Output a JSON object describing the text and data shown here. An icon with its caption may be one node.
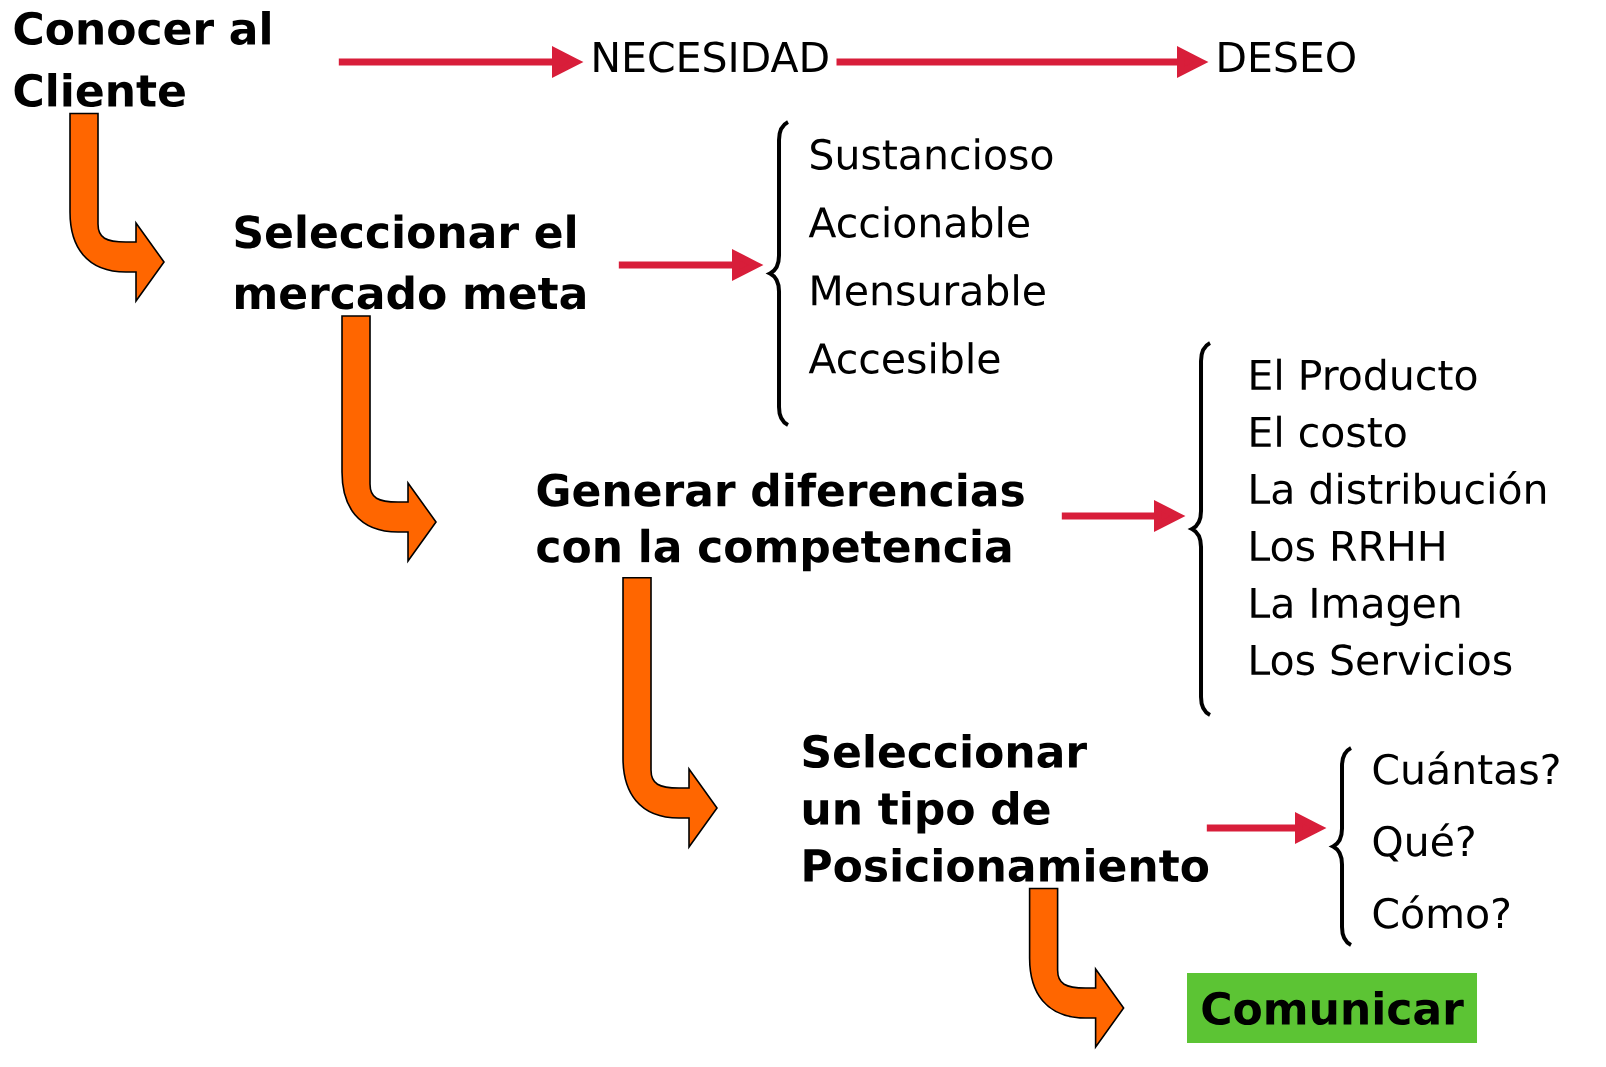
{
  "diagram": {
    "nodes": [
      {
        "text": [
          "Conocer al Cliente"
        ]
      },
      {
        "text": [
          "NECESIDAD"
        ]
      },
      {
        "text": [
          "DESEO"
        ]
      },
      {
        "text": [
          "Seleccionar el mercado meta"
        ]
      },
      {
        "text": [
          "Sustancioso",
          "Accionable",
          "Mensurable",
          "Accesible"
        ]
      },
      {
        "text": [
          "Generar diferencias con la competencia"
        ]
      },
      {
        "text": [
          "El Producto",
          "El costo",
          "La distribución",
          "Los RRHH",
          "La Imagen",
          "Los Servicios"
        ]
      },
      {
        "text": [
          "Seleccionar un tipo de Posicionamiento"
        ]
      },
      {
        "text": [
          "Cuántas?",
          "Qué?",
          "Cómo?"
        ]
      },
      {
        "text": [
          "Comunicar"
        ]
      }
    ],
    "edges": [
      {
        "from": 0,
        "to": 1,
        "arrow": "to"
      },
      {
        "from": 1,
        "to": 2,
        "arrow": "to"
      },
      {
        "from": 0,
        "to": 3,
        "arrow": "to",
        "style": "thick",
        "color": "#ff6600"
      },
      {
        "from": 3,
        "to": 4,
        "arrow": "to"
      },
      {
        "from": 3,
        "to": 5,
        "arrow": "to",
        "style": "thick",
        "color": "#ff6600"
      },
      {
        "from": 5,
        "to": 6,
        "arrow": "to"
      },
      {
        "from": 5,
        "to": 7,
        "arrow": "to",
        "style": "thick",
        "color": "#ff6600"
      },
      {
        "from": 7,
        "to": 8,
        "arrow": "to"
      },
      {
        "from": 7,
        "to": 9,
        "arrow": "to",
        "style": "thick",
        "color": "#ff6600"
      }
    ]
  }
}
